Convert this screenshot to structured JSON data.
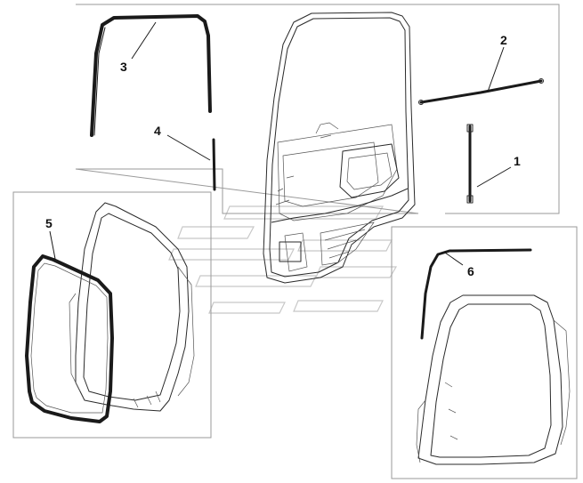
{
  "diagram": {
    "callouts": [
      {
        "id": "1",
        "label": "1"
      },
      {
        "id": "2",
        "label": "2"
      },
      {
        "id": "3",
        "label": "3"
      },
      {
        "id": "4",
        "label": "4"
      },
      {
        "id": "5",
        "label": "5"
      },
      {
        "id": "6",
        "label": "6"
      }
    ],
    "colors": {
      "line": "#1a1a1a",
      "frame": "#9a9a9a",
      "watermark": "#c8c8c8",
      "background": "#ffffff"
    }
  }
}
